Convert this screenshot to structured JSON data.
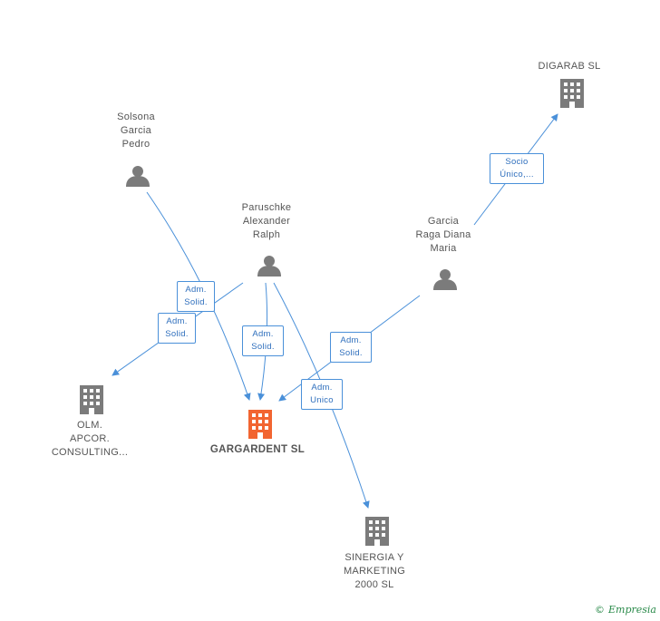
{
  "colors": {
    "edge": "#4a90d9",
    "node": "#7b7b7b",
    "focus": "#f26531"
  },
  "icons": {
    "person": "person-icon",
    "company": "building-icon"
  },
  "nodes": {
    "solsona": "Solsona\nGarcia\nPedro",
    "paruschke": "Paruschke\nAlexander\nRalph",
    "garcia": "Garcia\nRaga Diana\nMaria",
    "digarab": "DIGARAB SL",
    "olm": "OLM.\nAPCOR.\nCONSULTING...",
    "gargardent": "GARGARDENT SL",
    "sinergia": "SINERGIA Y\nMARKETING\n2000 SL"
  },
  "edges": {
    "socio": "Socio\nÚnico,...",
    "adm1": "Adm.\nSolid.",
    "adm2": "Adm.\nSolid.",
    "adm3": "Adm.\nSolid.",
    "adm4": "Adm.\nSolid.",
    "adm5": "Adm.\nUnico"
  },
  "footer": {
    "copyright": "©",
    "brand": "Empresia"
  }
}
